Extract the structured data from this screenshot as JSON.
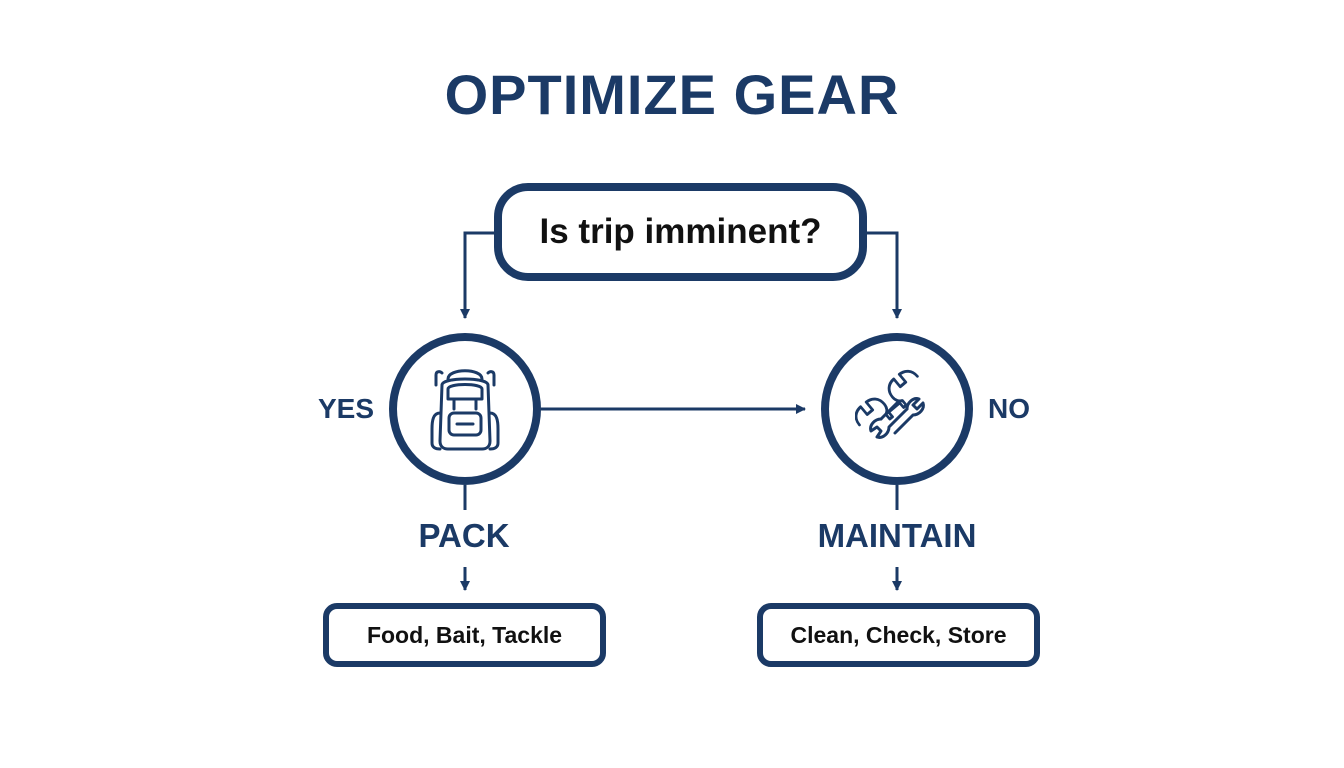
{
  "title": "OPTIMIZE GEAR",
  "question": "Is trip imminent?",
  "branches": {
    "yes": {
      "label": "YES",
      "icon": "backpack-icon",
      "action": "PACK",
      "result": "Food, Bait, Tackle"
    },
    "no": {
      "label": "NO",
      "icon": "wrench-icon",
      "action": "MAINTAIN",
      "result": "Clean, Check, Store"
    }
  },
  "colors": {
    "primary": "#1b3a66",
    "text": "#111111",
    "background": "#ffffff"
  }
}
